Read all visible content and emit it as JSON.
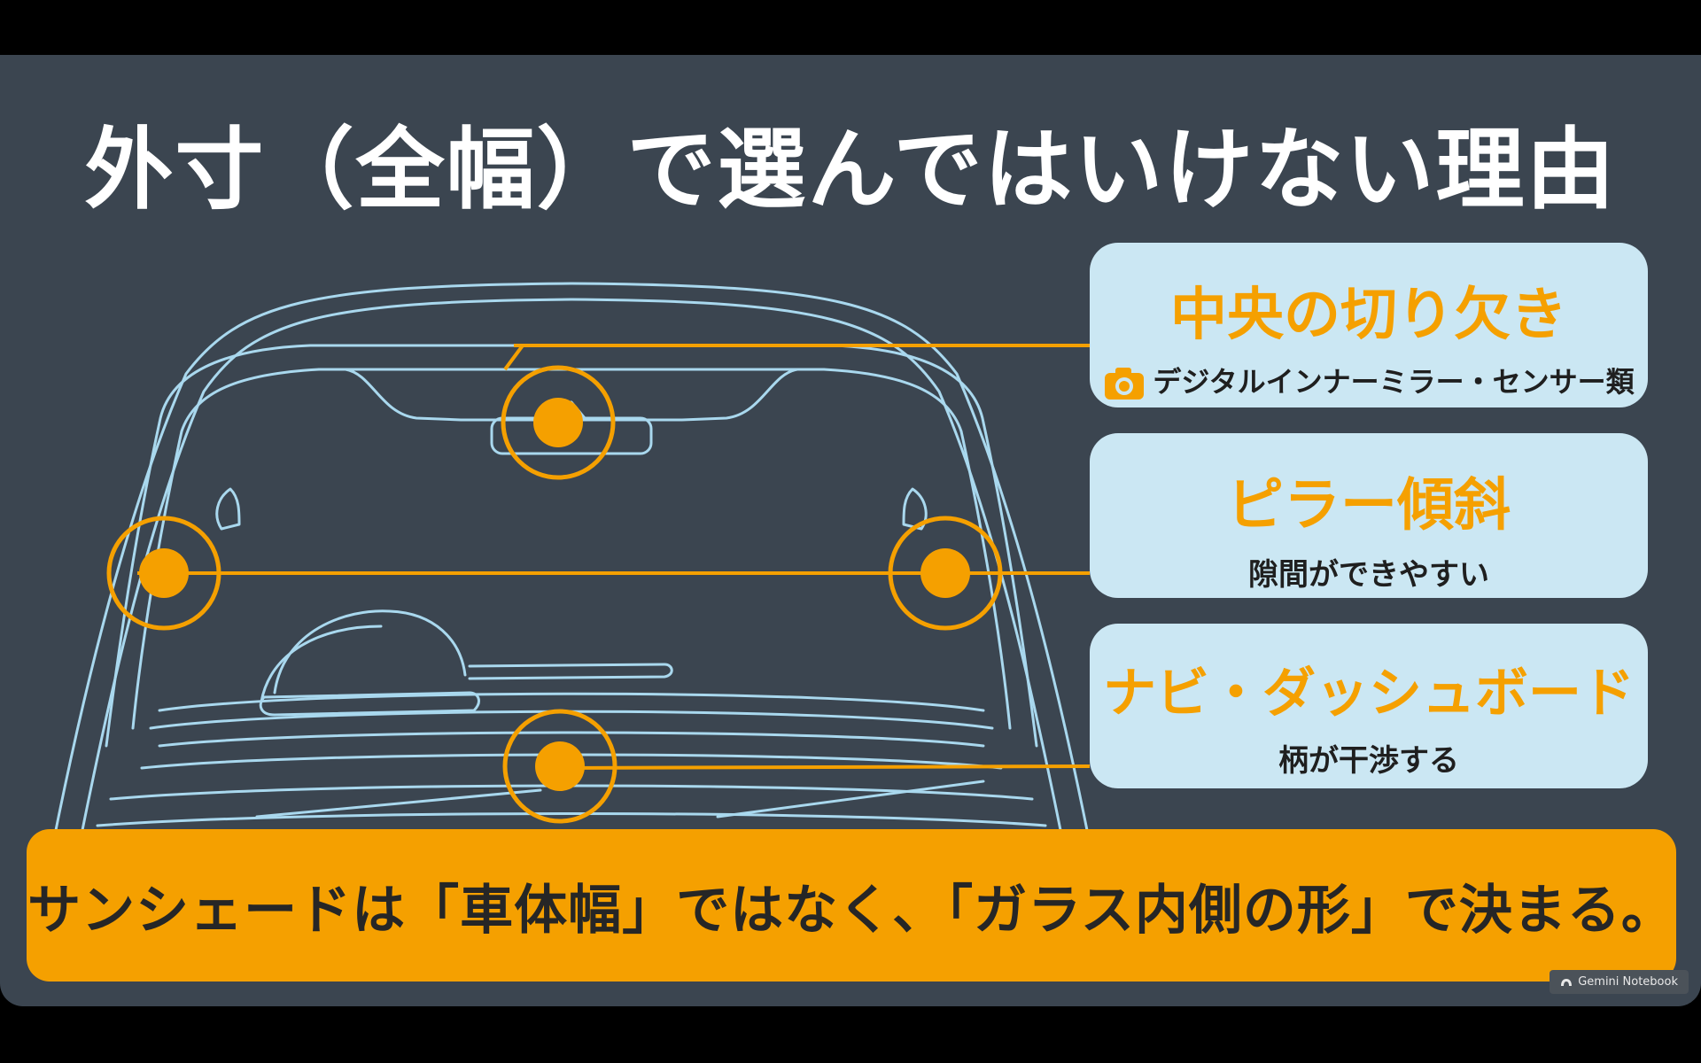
{
  "title": "外寸（全幅）で選んではいけない理由",
  "callouts": [
    {
      "title": "中央の切り欠き",
      "icon": "camera-icon",
      "subtitle": "デジタルインナーミラー・センサー類"
    },
    {
      "title": "ピラー傾斜",
      "subtitle": "隙間ができやすい"
    },
    {
      "title": "ナビ・ダッシュボード",
      "subtitle": "柄が干渉する"
    }
  ],
  "bottom_message": "サンシェードは「車体幅」ではなく、「ガラス内側の形」で決まる。",
  "watermark": "Gemini Notebook",
  "colors": {
    "background": "#3b4550",
    "accent": "#f5a000",
    "callout_bg": "#cbe7f3",
    "outline": "#a9d8ee",
    "title": "#ffffff"
  }
}
